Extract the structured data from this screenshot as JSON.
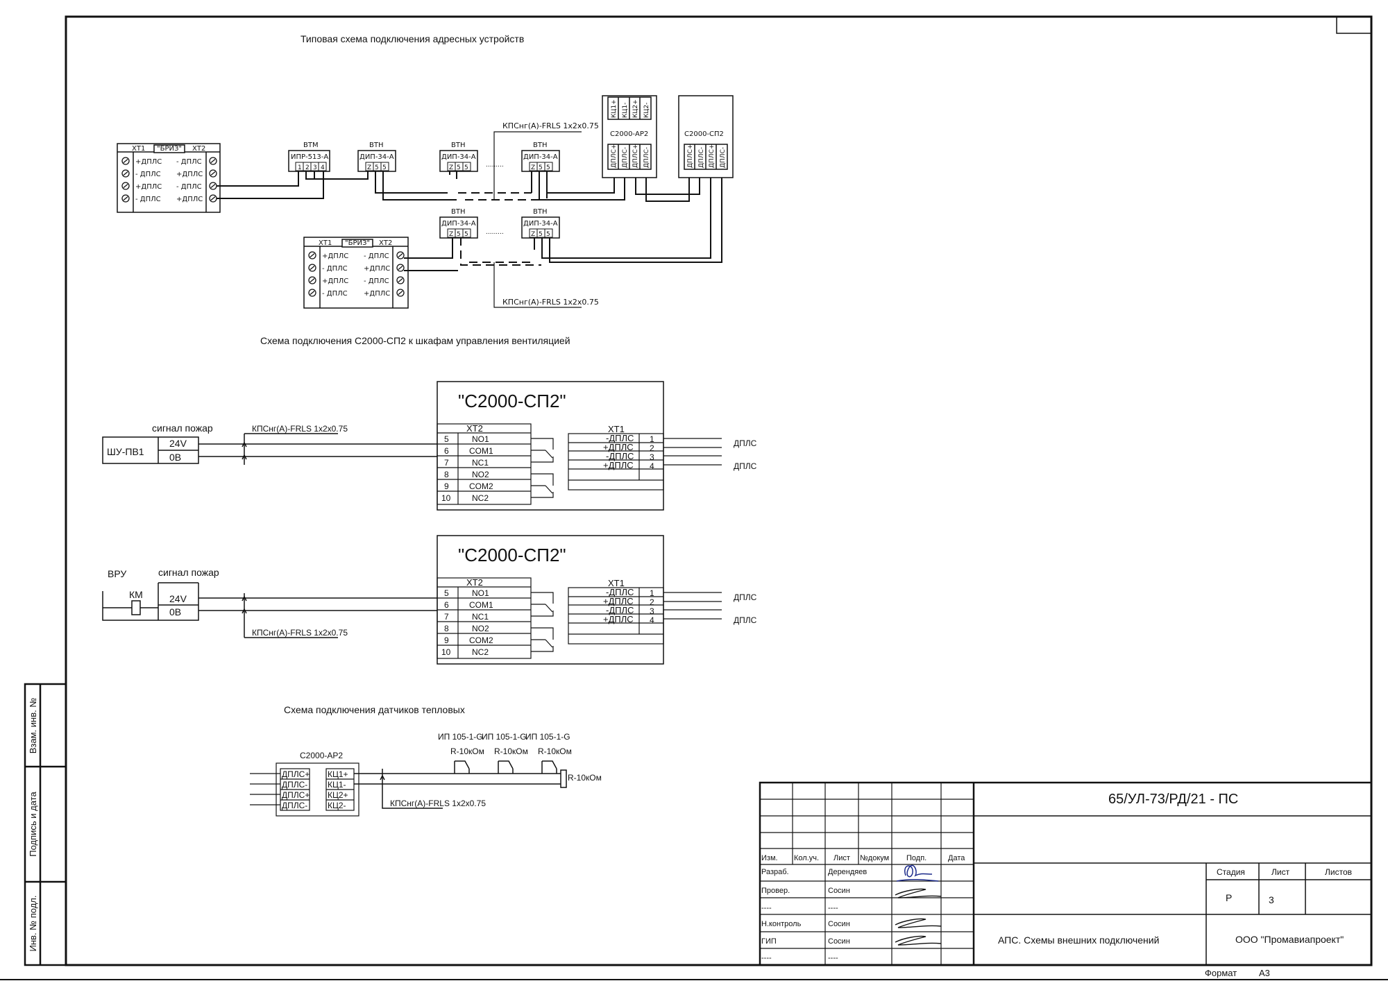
{
  "titles": {
    "typical": "Типовая схема подключения адресных устройств",
    "vent": "Схема подключения С2000-СП2 к шкафам управления вентиляцией",
    "heat": "Схема подключения датчиков тепловых"
  },
  "briz": {
    "name": "\"БРИЗ\"",
    "xt1": "ХТ1",
    "xt2": "ХТ2",
    "left": [
      "+ДПЛС",
      "- ДПЛС",
      "+ДПЛС",
      "- ДПЛС"
    ],
    "right": [
      "- ДПЛС",
      "+ДПЛС",
      "- ДПЛС",
      "+ДПЛС"
    ]
  },
  "devices": {
    "vtm": "ВТМ",
    "vtn": "ВТН",
    "ipr": "ИПР-513-А",
    "ipr_terms": [
      "1",
      "2",
      "3",
      "4"
    ],
    "dip": "ДИП-34-А",
    "dip_terms": [
      "Z",
      "5",
      "5"
    ],
    "ar2": "С2000-АР2",
    "ar2_terms": [
      "КЦ1+",
      "КЦ1-",
      "КЦ2+",
      "КЦ2-"
    ],
    "sp2": "С2000-СП2",
    "dpls_terms": [
      "ДПЛС+",
      "ДПЛС-",
      "ДПЛС+",
      "ДПЛС-"
    ],
    "dots": "........."
  },
  "cable": {
    "top": "КПСнг(А)-FRLS 1х2х0.75",
    "bottom": "КПСнг(А)-FRLS 1х2х0.75"
  },
  "sp2": {
    "title": "\"С2000-СП2\"",
    "xt2": "ХТ2",
    "xt1": "ХТ1",
    "xt2_nums": [
      "5",
      "6",
      "7",
      "8",
      "9",
      "10"
    ],
    "xt2_labels": [
      "NO1",
      "COM1",
      "NC1",
      "NO2",
      "COM2",
      "NC2"
    ],
    "xt1_labels": [
      "-ДПЛС",
      "+ДПЛС",
      "-ДПЛС",
      "+ДПЛС"
    ],
    "xt1_nums": [
      "1",
      "2",
      "3",
      "4"
    ],
    "dpls": "ДПЛС"
  },
  "vent1": {
    "cabinet": "ШУ-ПВ1",
    "signal": "сигнал пожар",
    "v24": "24V",
    "v0": "0В",
    "cable": "КПСнг(А)-FRLS 1х2х0.75"
  },
  "vent2": {
    "vru": "ВРУ",
    "signal": "сигнал пожар",
    "km": "КМ",
    "v24": "24V",
    "v0": "0В",
    "cable": "КПСнг(А)-FRLS 1х2х0.75"
  },
  "heat": {
    "device": "С2000-АР2",
    "left": [
      "ДПЛС+",
      "ДПЛС-",
      "ДПЛС+",
      "ДПЛС-"
    ],
    "right": [
      "КЦ1+",
      "КЦ1-",
      "КЦ2+",
      "КЦ2-"
    ],
    "sensors": [
      "ИП 105-1-G",
      "ИП 105-1-G",
      "ИП 105-1-G"
    ],
    "resistors": [
      "R-10кОм",
      "R-10кОм",
      "R-10кОм"
    ],
    "end_resistor": "R-10кОм",
    "cable": "КПСнг(А)-FRLS 1х2х0.75"
  },
  "side": {
    "vzam": "Взам. инв. №",
    "podp": "Подпись и дата",
    "inv": "Инв. № подл."
  },
  "stamp": {
    "code": "65/УЛ-73/РД/21 - ПС",
    "headers": [
      "Изм.",
      "Кол.уч.",
      "Лист",
      "№докум",
      "Подп.",
      "Дата"
    ],
    "roles": [
      "Разраб.",
      "Провер.",
      "----",
      "Н.контроль",
      "ГИП",
      "----"
    ],
    "names": [
      "Дерендяев",
      "Сосин",
      "----",
      "Сосин",
      "Сосин",
      "----"
    ],
    "doc_title": "АПС. Схемы внешних подключений",
    "stage_h": "Стадия",
    "sheet_h": "Лист",
    "sheets_h": "Листов",
    "stage": "Р",
    "sheet": "3",
    "sheets": "",
    "org": "ООО \"Промавиапроект\"",
    "format_label": "Формат",
    "format": "А3"
  }
}
